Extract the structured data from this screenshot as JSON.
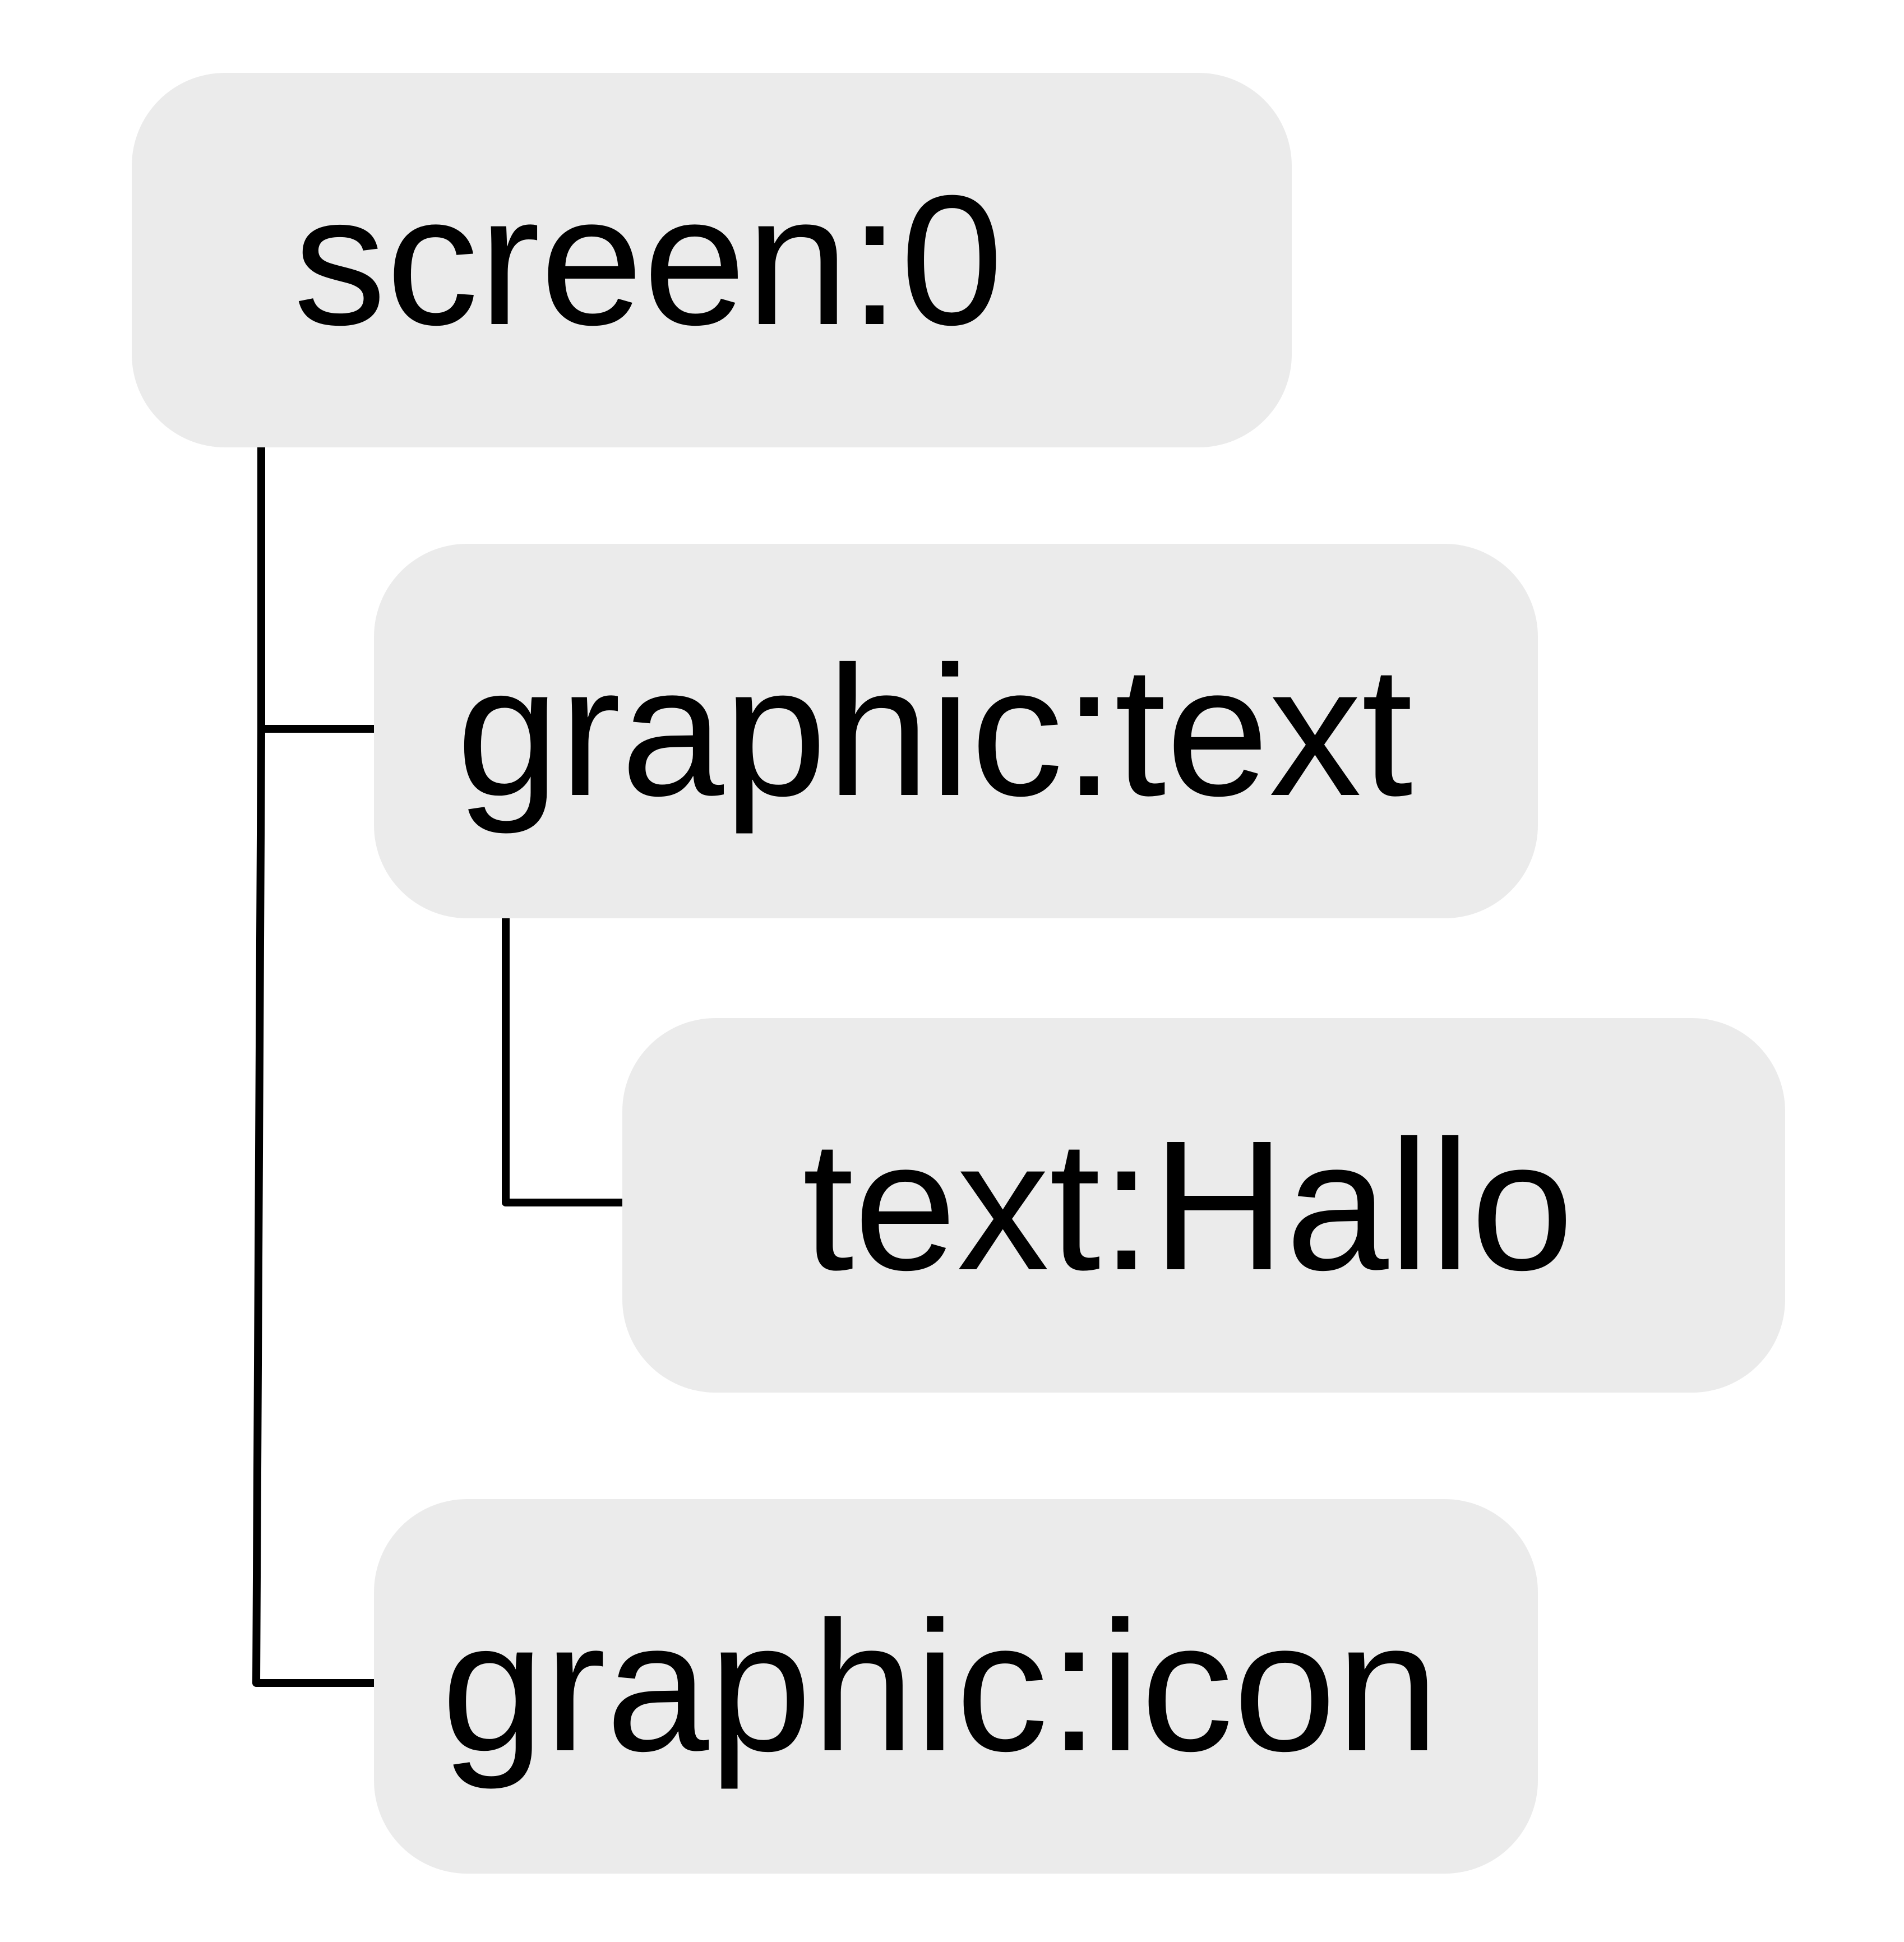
{
  "diagram": {
    "nodes": [
      {
        "id": "screen",
        "label": "screen:0"
      },
      {
        "id": "graphic-text",
        "label": "graphic:text"
      },
      {
        "id": "text-hallo",
        "label": "text:Hallo"
      },
      {
        "id": "graphic-icon",
        "label": "graphic:icon"
      }
    ],
    "edges": [
      {
        "from": "screen",
        "to": "graphic-text"
      },
      {
        "from": "graphic-text",
        "to": "text-hallo"
      },
      {
        "from": "screen",
        "to": "graphic-icon"
      }
    ],
    "colors": {
      "node_fill": "#ebebeb",
      "text": "#000000",
      "connector": "#000000",
      "background": "#ffffff"
    }
  }
}
